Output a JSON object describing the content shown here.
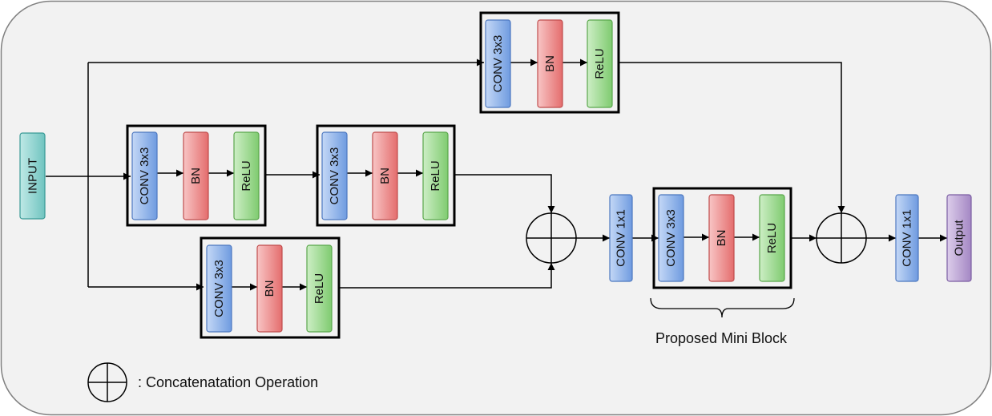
{
  "labels": {
    "input": "INPUT",
    "conv3": "CONV 3x3",
    "bn": "BN",
    "relu": "ReLU",
    "conv1": "CONV 1x1",
    "output": "Output"
  },
  "caption": "Proposed Mini Block",
  "legend": ": Concatenatation Operation",
  "colors": {
    "input": "#8fd3d0",
    "conv": "#8fb4ea",
    "bn": "#ef8c8c",
    "relu": "#98d88a",
    "output": "#b89fd2"
  }
}
